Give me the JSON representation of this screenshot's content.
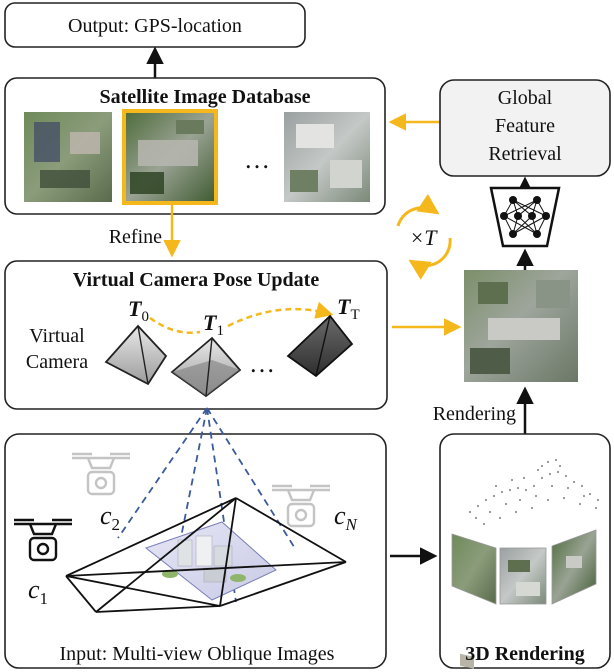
{
  "output_box": {
    "label": "Output: GPS-location"
  },
  "database": {
    "title": "Satellite Image Database",
    "ellipsis": "…"
  },
  "retrieval": {
    "line1": "Global",
    "line2": "Feature",
    "line3": "Retrieval"
  },
  "refine_label": "Refine",
  "iterate_label": "×T",
  "pose_update": {
    "title": "Virtual Camera Pose Update",
    "camera_line1": "Virtual",
    "camera_line2": "Camera",
    "pose_0_base": "T",
    "pose_0_sub": "0",
    "pose_1_base": "T",
    "pose_1_sub": "1",
    "pose_T_base": "T",
    "pose_T_sub": "T",
    "ellipsis": "…"
  },
  "rendering_label": "Rendering",
  "input": {
    "caption": "Input: Multi-view Oblique Images",
    "cam_1_base": "c",
    "cam_1_sub": "1",
    "cam_2_base": "c",
    "cam_2_sub": "2",
    "cam_N_base": "c",
    "cam_N_sub": "N"
  },
  "rendering_box": {
    "title": "3D Rendering"
  },
  "colors": {
    "accent": "#F5B81C",
    "dashed_blue": "#3A5A9A",
    "box_stroke": "#222222",
    "box_fill": "#ffffff",
    "retrieval_fill": "#f2f2f2"
  }
}
